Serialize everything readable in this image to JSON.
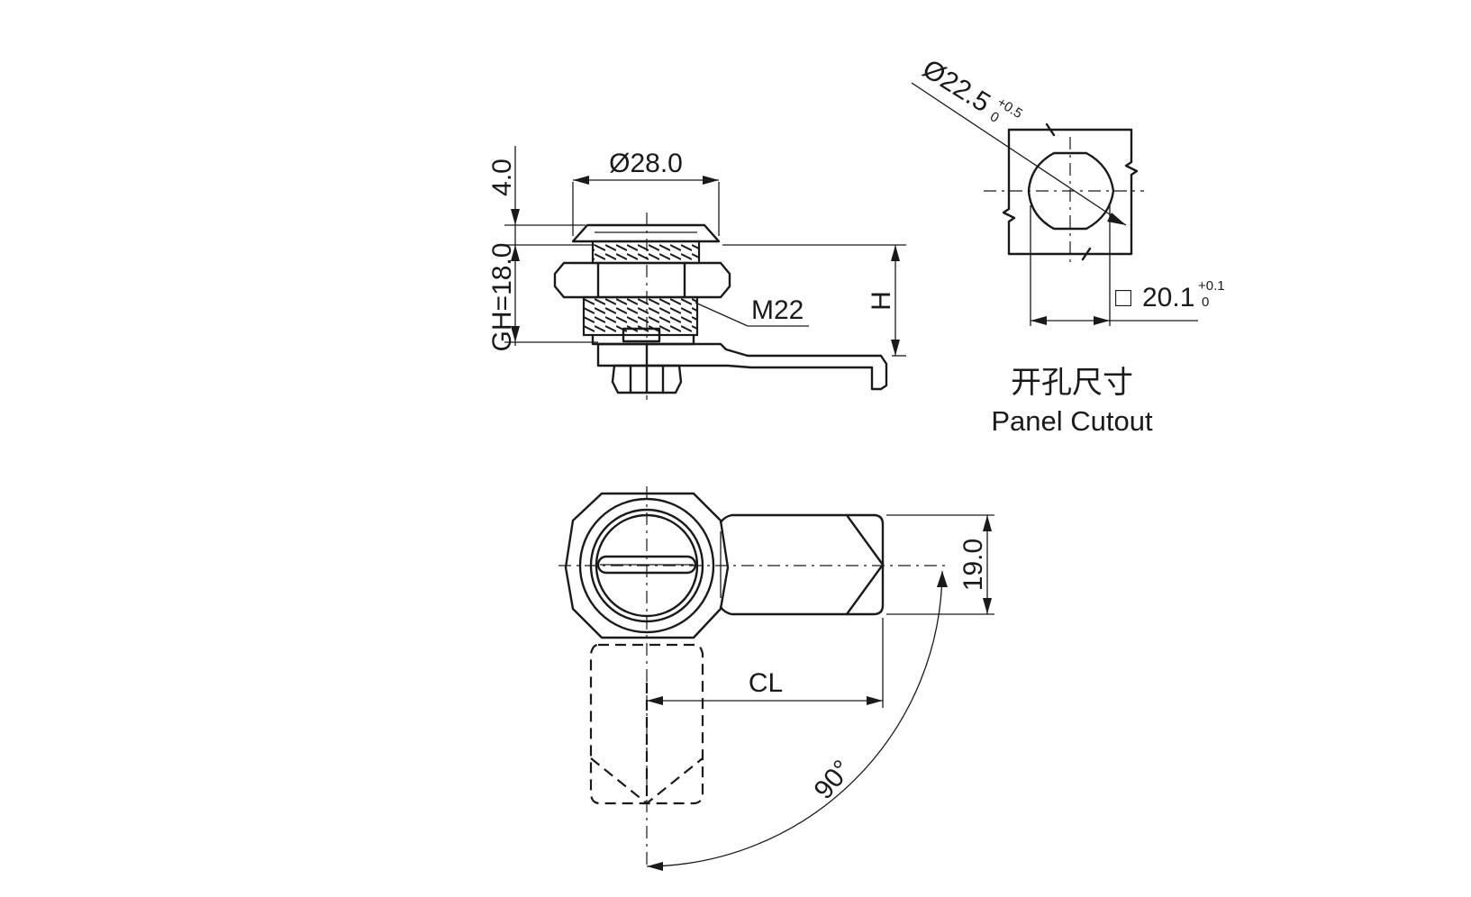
{
  "side_view": {
    "dim_diameter_head": "Ø28.0",
    "dim_head_height": "4.0",
    "dim_grip_height": "GH=18.0",
    "dim_thread": "M22",
    "dim_h": "H"
  },
  "cutout_view": {
    "dim_diameter": "Ø22.5",
    "dim_diameter_tol_upper": "+0.5",
    "dim_diameter_tol_lower": "0",
    "dim_square_symbol": "□",
    "dim_square": "20.1",
    "dim_square_tol_upper": "+0.1",
    "dim_square_tol_lower": "0",
    "caption_cn": "开孔尺寸",
    "caption_en": "Panel Cutout"
  },
  "front_view": {
    "dim_cam_width": "19.0",
    "dim_cam_length": "CL",
    "dim_rotation": "90°"
  }
}
